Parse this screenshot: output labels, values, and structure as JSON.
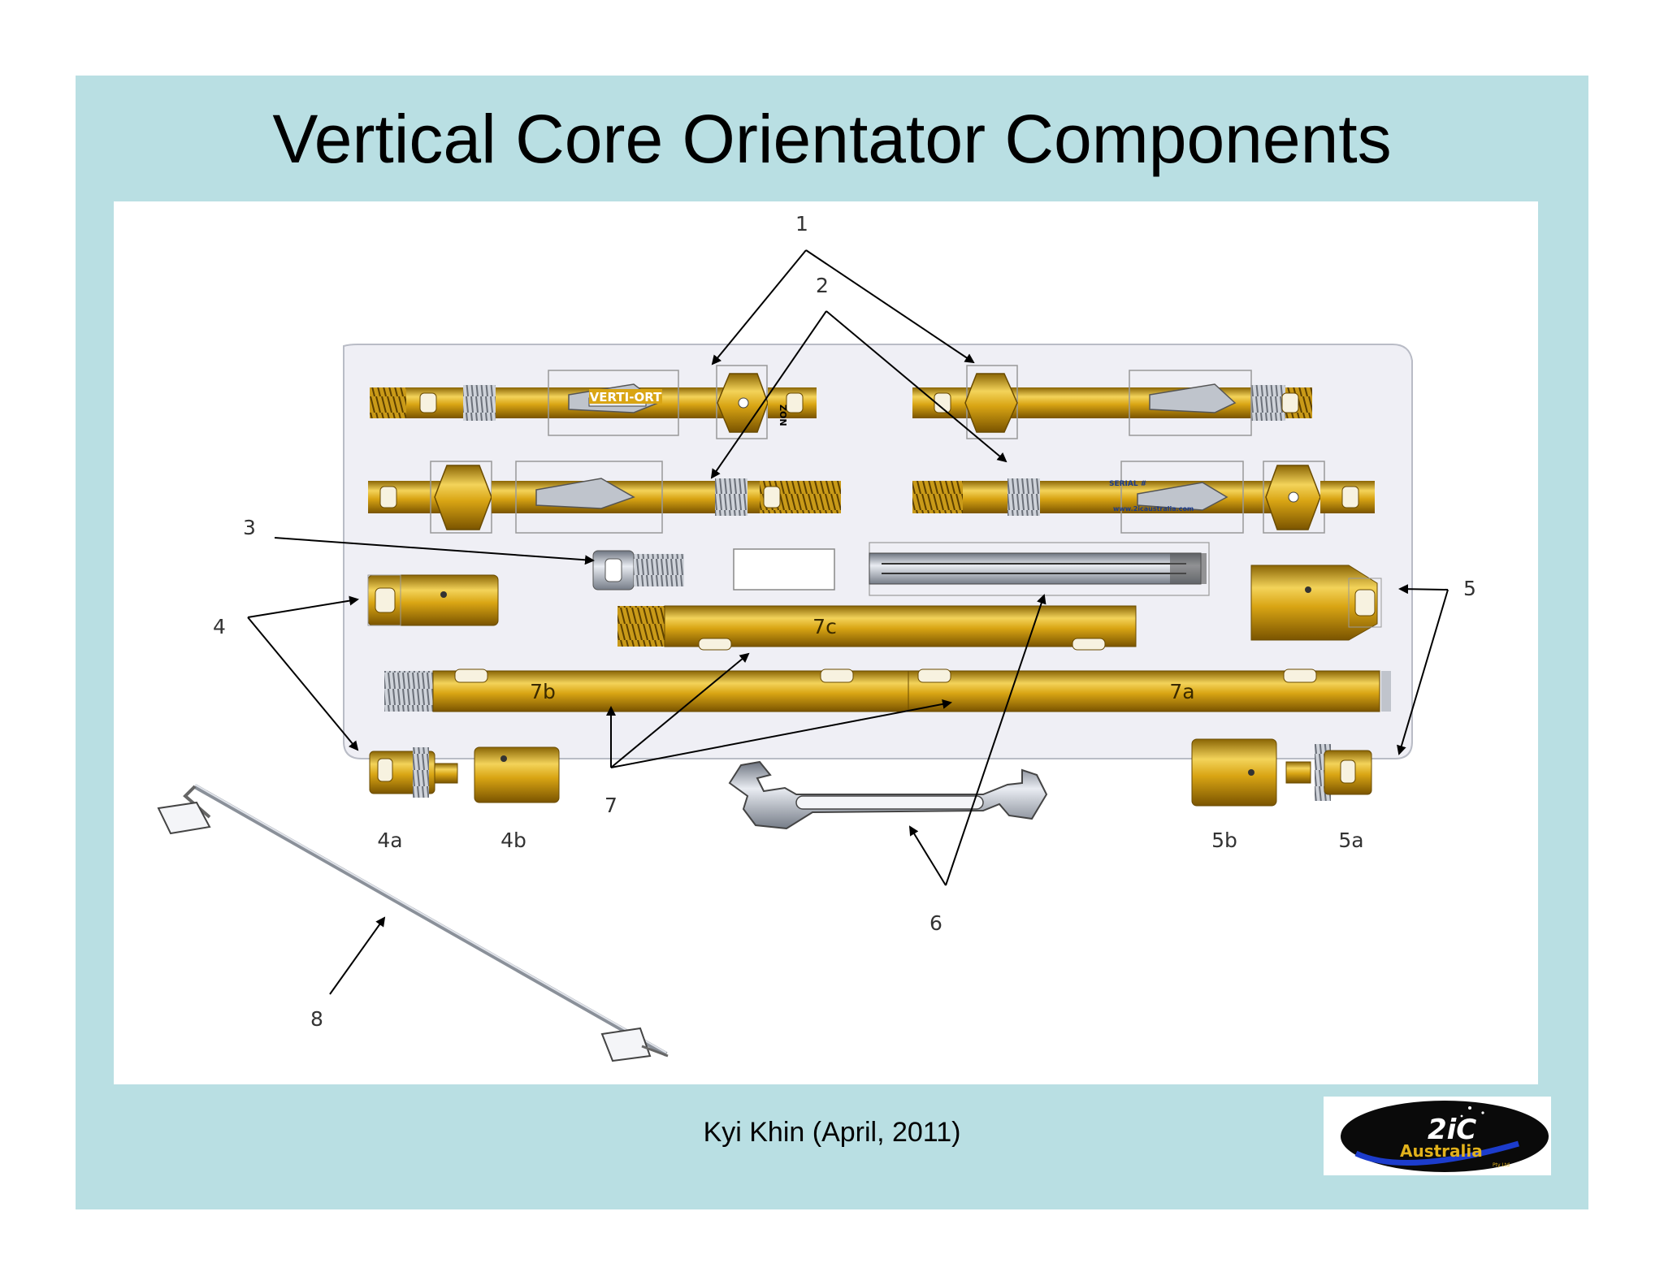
{
  "slide": {
    "title": "Vertical Core Orientator Components",
    "footer": "Kyi Khin (April, 2011)",
    "logo": {
      "main": "2iC",
      "sub": "Australia",
      "small": "Pty Ltd"
    }
  },
  "diagram": {
    "part_text": {
      "brand": "VERTI-ORT",
      "serial": "SERIAL #",
      "url": "www.2icaustralia.com",
      "zon": "ZON"
    },
    "labels": {
      "l1": "1",
      "l2": "2",
      "l3": "3",
      "l4": "4",
      "l5": "5",
      "l6": "6",
      "l7": "7",
      "l8": "8",
      "l4a": "4a",
      "l4b": "4b",
      "l5a": "5a",
      "l5b": "5b",
      "l7a": "7a",
      "l7b": "7b",
      "l7c": "7c"
    }
  },
  "colors": {
    "background": "#b9dfe3",
    "gold": "#d9a514",
    "tray": "#efeff5"
  }
}
